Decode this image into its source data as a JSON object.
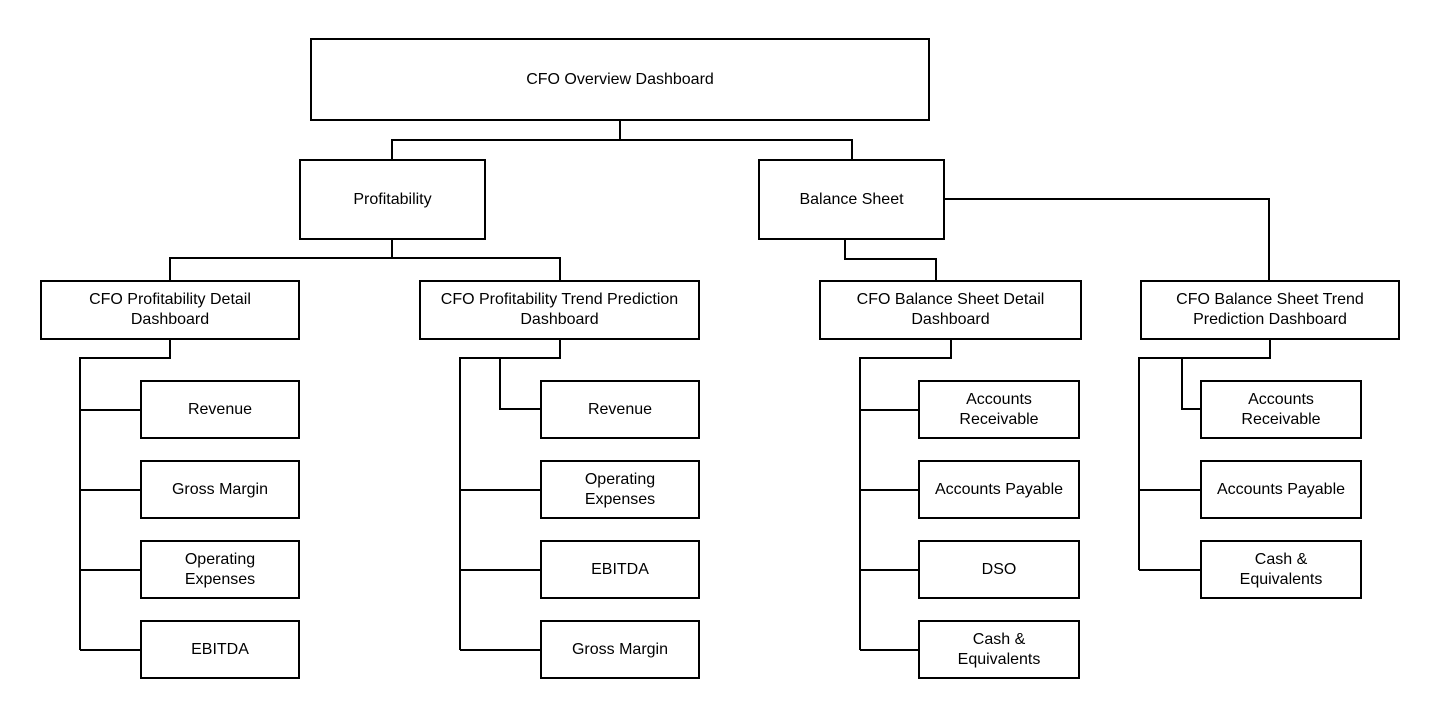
{
  "diagram": {
    "type": "org-chart",
    "colors": {
      "background": "#ffffff",
      "node_fill": "#ffffff",
      "node_border": "#000000",
      "text": "#000000",
      "connector": "#000000"
    },
    "root": {
      "label": "CFO Overview Dashboard"
    },
    "branches": [
      {
        "label": "Profitability",
        "children": [
          {
            "label": "CFO Profitability Detail Dashboard",
            "metrics": [
              "Revenue",
              "Gross Margin",
              "Operating Expenses",
              "EBITDA"
            ]
          },
          {
            "label": "CFO Profitability Trend Prediction Dashboard",
            "metrics": [
              "Revenue",
              "Operating Expenses",
              "EBITDA",
              "Gross Margin"
            ]
          }
        ]
      },
      {
        "label": "Balance Sheet",
        "children": [
          {
            "label": "CFO Balance Sheet Detail Dashboard",
            "metrics": [
              "Accounts Receivable",
              "Accounts Payable",
              "DSO",
              "Cash & Equivalents"
            ]
          },
          {
            "label": "CFO Balance Sheet Trend Prediction Dashboard",
            "metrics": [
              "Accounts Receivable",
              "Accounts Payable",
              "Cash & Equivalents"
            ]
          }
        ]
      }
    ]
  }
}
